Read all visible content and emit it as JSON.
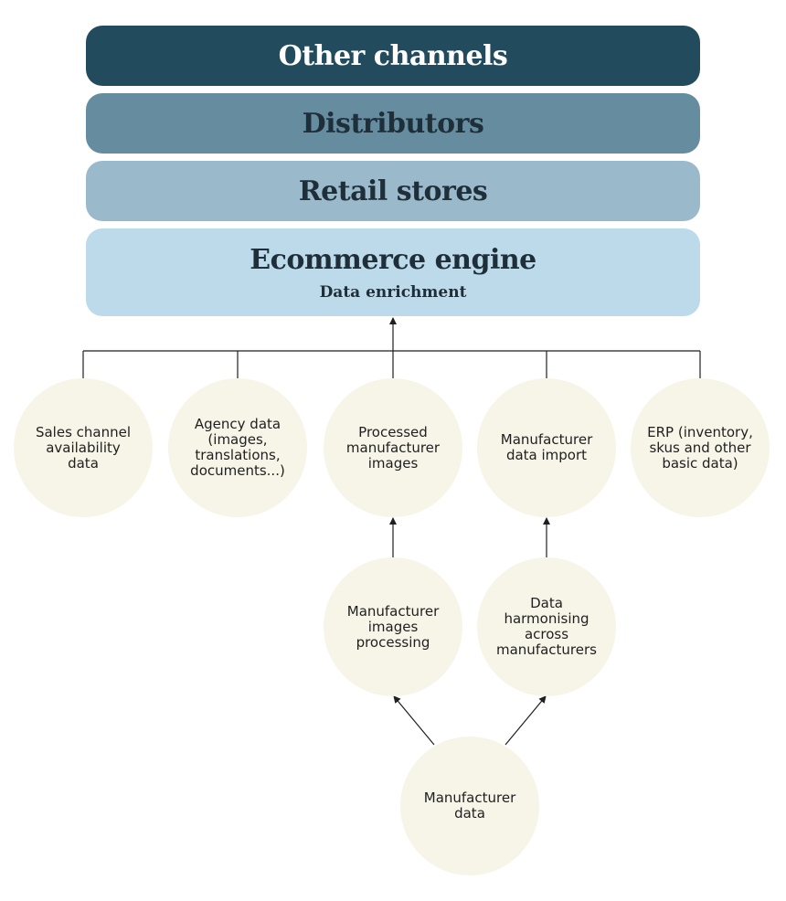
{
  "layers": {
    "other_channels": "Other channels",
    "distributors": "Distributors",
    "retail_stores": "Retail stores",
    "ecommerce_engine": "Ecommerce engine",
    "data_enrichment": "Data enrichment"
  },
  "sources": {
    "sales_channel": "Sales channel\navailability\ndata",
    "agency": "Agency data\n(images,\ntranslations,\ndocuments...)",
    "processed_images": "Processed\nmanufacturer\nimages",
    "manufacturer_import": "Manufacturer\ndata import",
    "erp": "ERP (inventory,\nskus and other\nbasic data)"
  },
  "processing": {
    "images_processing": "Manufacturer\nimages\nprocessing",
    "harmonising": "Data\nharmonising\nacross\nmanufacturers"
  },
  "origin": {
    "manufacturer_data": "Manufacturer\ndata"
  }
}
